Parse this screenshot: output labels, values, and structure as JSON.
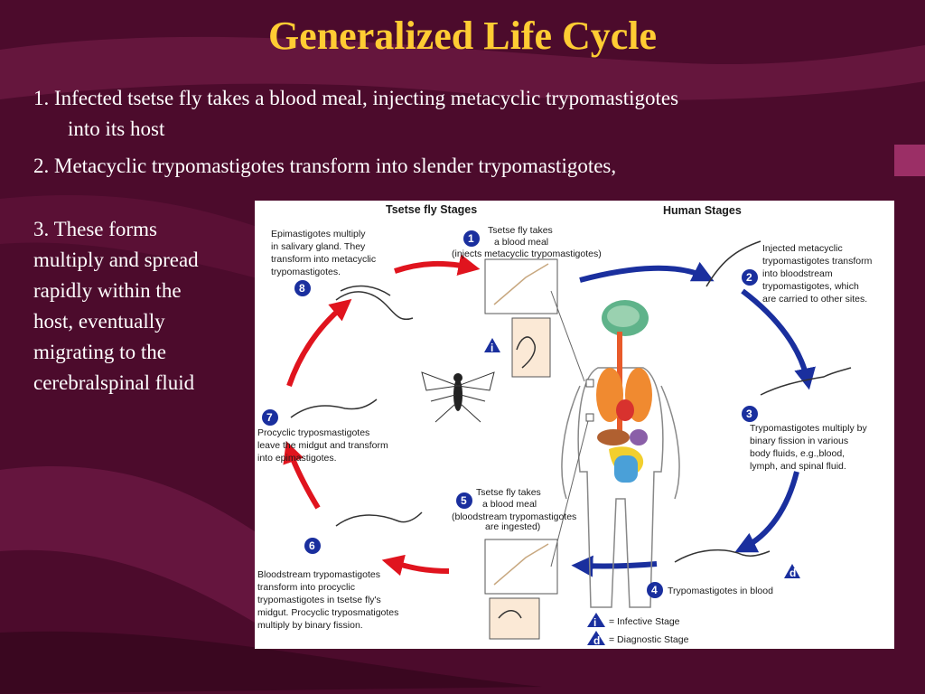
{
  "slide": {
    "title": "Generalized Life Cycle",
    "bullets": [
      "1. Infected tsetse fly takes a blood meal, injecting metacyclic trypomastigotes",
      "into its host",
      "2. Metacyclic trypomastigotes transform into slender trypomastigotes,",
      "3. These forms",
      "multiply and spread",
      "rapidly within the",
      "host, eventually",
      "migrating to the",
      "cerebralspinal fluid"
    ]
  },
  "diagram": {
    "headers": {
      "tsetse": "Tsetse fly Stages",
      "human": "Human Stages"
    },
    "steps": [
      {
        "num": "1",
        "lines": [
          "Tsetse fly takes",
          "a blood meal",
          "(injects metacyclic trypomastigotes)"
        ]
      },
      {
        "num": "2",
        "lines": [
          "Injected metacyclic",
          "trypomastigotes transform",
          "into bloodstream",
          "trypomastigotes, which",
          "are carried to other sites."
        ]
      },
      {
        "num": "3",
        "lines": [
          "Trypomastigotes multiply by",
          "binary fission in various",
          "body fluids, e.g.,blood,",
          "lymph, and spinal fluid."
        ]
      },
      {
        "num": "4",
        "lines": [
          "Trypomastigotes in blood"
        ]
      },
      {
        "num": "5",
        "lines": [
          "Tsetse fly takes",
          "a blood meal",
          "(bloodstream trypomastigotes",
          "are ingested)"
        ]
      },
      {
        "num": "6",
        "lines": [
          "Bloodstream trypomastigotes",
          "transform into procyclic",
          "trypomastigotes in tsetse fly's",
          "midgut. Procyclic tryposmatigotes",
          "multiply by binary fission."
        ]
      },
      {
        "num": "7",
        "lines": [
          "Procyclic tryposmastigotes",
          "leave the midgut and transform",
          "into epimastigotes."
        ]
      },
      {
        "num": "8",
        "lines": [
          "Epimastigotes multiply",
          "in salivary gland. They",
          "transform into metacyclic",
          "trypomastigotes."
        ]
      }
    ],
    "legend": [
      {
        "symbol": "i",
        "label": "= Infective Stage"
      },
      {
        "symbol": "d",
        "label": "= Diagnostic Stage"
      }
    ],
    "colors": {
      "human_arrows": "#1a2f9e",
      "tsetse_arrows": "#e0141e",
      "badge": "#1a2f9e"
    }
  }
}
